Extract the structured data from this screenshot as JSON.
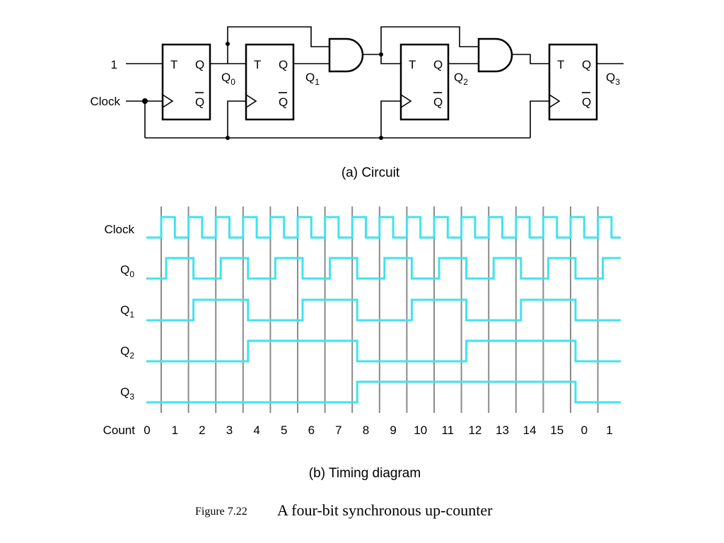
{
  "circuit": {
    "input_one": "1",
    "clock_label": "Clock",
    "ff_t_label": "T",
    "ff_q_label": "Q",
    "ff_qbar_label": "Q",
    "outputs": [
      {
        "name": "Q",
        "sub": "0"
      },
      {
        "name": "Q",
        "sub": "1"
      },
      {
        "name": "Q",
        "sub": "2"
      },
      {
        "name": "Q",
        "sub": "3"
      }
    ],
    "caption": "(a) Circuit"
  },
  "timing": {
    "signal_labels": [
      {
        "name": "Clock",
        "sub": ""
      },
      {
        "name": "Q",
        "sub": "0"
      },
      {
        "name": "Q",
        "sub": "1"
      },
      {
        "name": "Q",
        "sub": "2"
      },
      {
        "name": "Q",
        "sub": "3"
      }
    ],
    "count_label": "Count",
    "count_values": [
      "0",
      "1",
      "2",
      "3",
      "4",
      "5",
      "6",
      "7",
      "8",
      "9",
      "10",
      "11",
      "12",
      "13",
      "14",
      "15",
      "0",
      "1"
    ],
    "wave_color": "#3fe3ee",
    "caption": "(b) Timing diagram"
  },
  "figure": {
    "label": "Figure 7.22",
    "title": "A four-bit synchronous up-counter"
  }
}
